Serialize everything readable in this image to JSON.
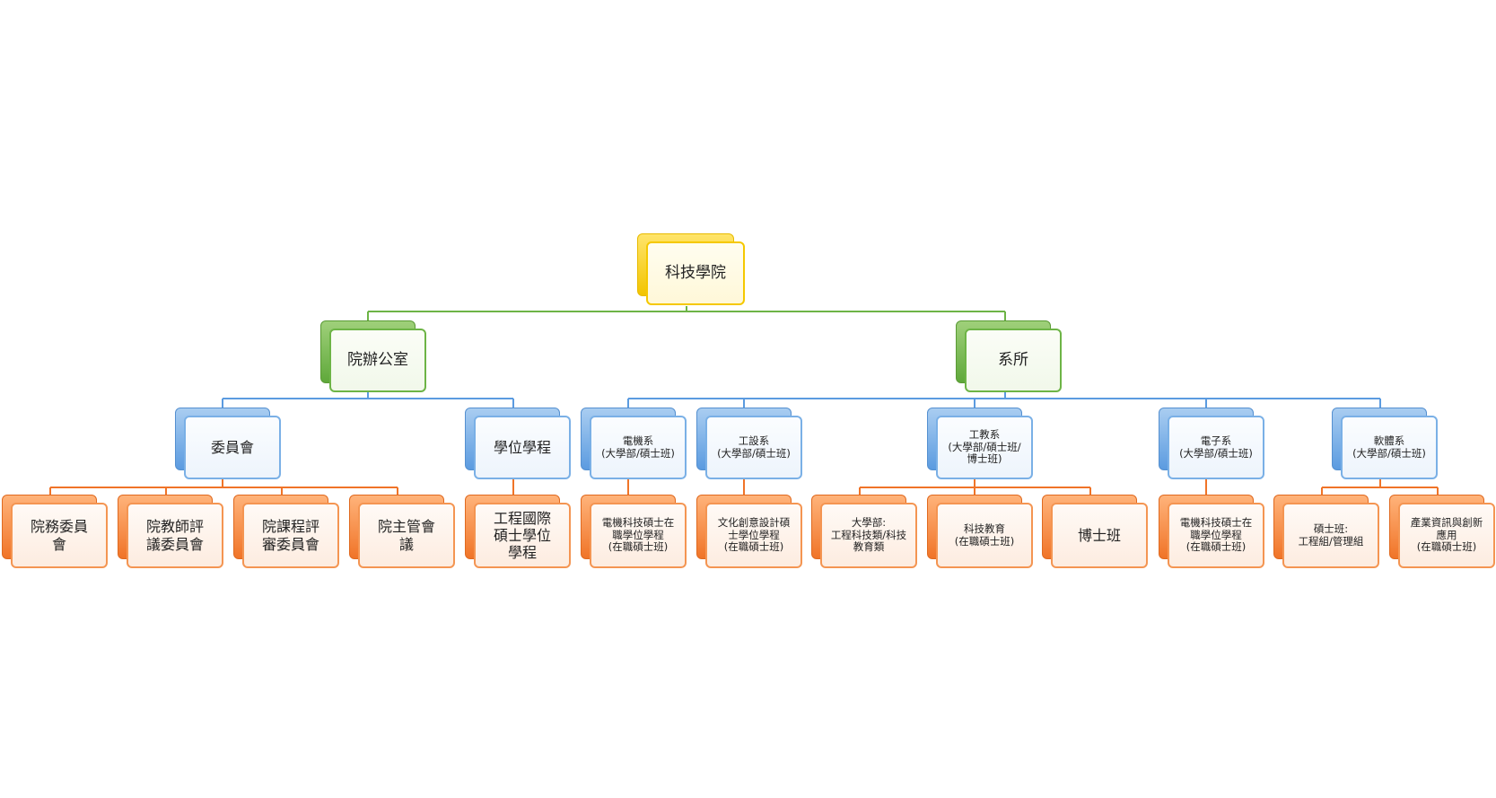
{
  "diagram": {
    "root": {
      "label": "科技學院"
    },
    "offices": [
      {
        "label": "院辦公室"
      },
      {
        "label": "系所"
      }
    ],
    "units": {
      "committee": {
        "label": "委員會"
      },
      "degree_program": {
        "label": "學位學程"
      },
      "dept_ee": {
        "lines": [
          "電機系",
          "(大學部/碩士班)"
        ]
      },
      "dept_id": {
        "lines": [
          "工設系",
          "(大學部/碩士班)"
        ]
      },
      "dept_ie": {
        "lines": [
          "工教系",
          "(大學部/碩士班/",
          "博士班)"
        ]
      },
      "dept_et": {
        "lines": [
          "電子系",
          "(大學部/碩士班)"
        ]
      },
      "dept_se": {
        "lines": [
          "軟體系",
          "(大學部/碩士班)"
        ]
      }
    },
    "leaves": {
      "college_affairs": {
        "label": "院務委員會"
      },
      "faculty_review": {
        "label": "院教師評議委員會"
      },
      "curriculum_review": {
        "label": "院課程評審委員會"
      },
      "directors_meeting": {
        "label": "院主管會議"
      },
      "intl_master": {
        "label": "工程國際碩士學位學程"
      },
      "ee_inservice": {
        "lines": [
          "電機科技碩士在",
          "職學位學程",
          "(在職碩士班)"
        ]
      },
      "cultural_design": {
        "lines": [
          "文化創意設計碩",
          "士學位學程",
          "(在職碩士班)"
        ]
      },
      "ie_undergrad": {
        "lines": [
          "大學部:",
          "工程科技類/科技",
          "教育類"
        ]
      },
      "tech_education": {
        "lines": [
          "科技教育",
          "(在職碩士班)"
        ]
      },
      "phd": {
        "label": "博士班"
      },
      "et_inservice": {
        "lines": [
          "電機科技碩士在",
          "職學位學程",
          "(在職碩士班)"
        ]
      },
      "se_master": {
        "lines": [
          "碩士班:",
          "工程組/管理組"
        ]
      },
      "industry_innovation": {
        "lines": [
          "產業資訊與創新",
          "應用",
          "(在職碩士班)"
        ]
      }
    },
    "colors": {
      "root": "#f5c800",
      "office": "#6db446",
      "unit": "#5b9be0",
      "leaf": "#f07428",
      "connector_green": "#6db446",
      "connector_blue": "#5b9be0",
      "connector_orange": "#f07428"
    }
  }
}
